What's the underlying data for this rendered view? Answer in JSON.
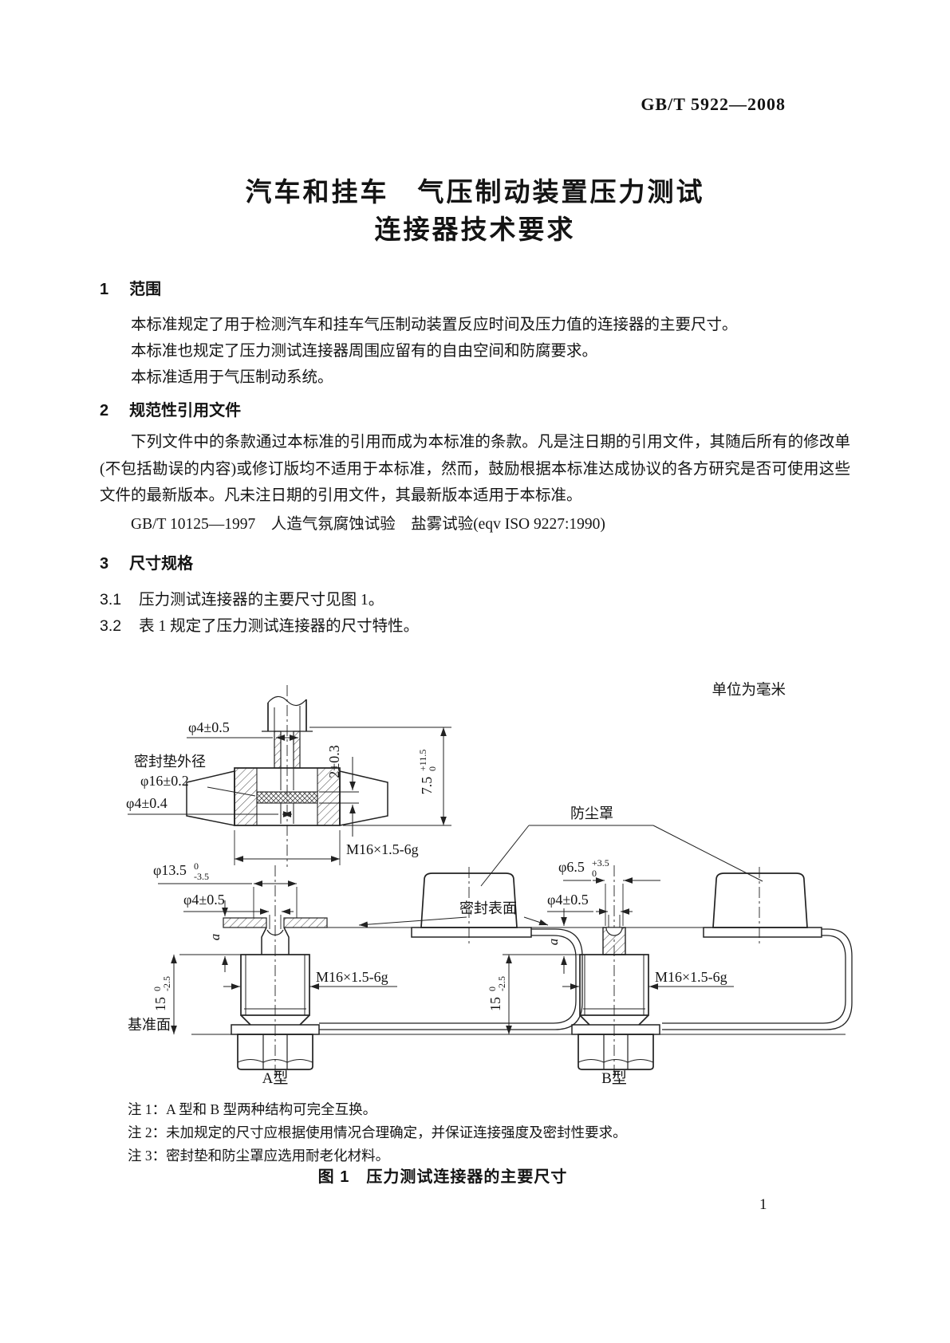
{
  "page": {
    "doc_number": "GB/T 5922—2008",
    "page_number": "1",
    "unit_note": "单位为毫米"
  },
  "title": {
    "line1": "汽车和挂车　气压制动装置压力测试",
    "line2": "连接器技术要求"
  },
  "sections": {
    "s1": {
      "num": "1",
      "heading": "范围",
      "p1": "本标准规定了用于检测汽车和挂车气压制动装置反应时间及压力值的连接器的主要尺寸。",
      "p2": "本标准也规定了压力测试连接器周围应留有的自由空间和防腐要求。",
      "p3": "本标准适用于气压制动系统。"
    },
    "s2": {
      "num": "2",
      "heading": "规范性引用文件",
      "p1": "下列文件中的条款通过本标准的引用而成为本标准的条款。凡是注日期的引用文件，其随后所有的修改单(不包括勘误的内容)或修订版均不适用于本标准，然而，鼓励根据本标准达成协议的各方研究是否可使用这些文件的最新版本。凡未注日期的引用文件，其最新版本适用于本标准。",
      "ref1": "GB/T 10125—1997　人造气氛腐蚀试验　盐雾试验(eqv ISO 9227:1990)"
    },
    "s3": {
      "num": "3",
      "heading": "尺寸规格",
      "c31_num": "3.1",
      "c31": "压力测试连接器的主要尺寸见图 1。",
      "c32_num": "3.2",
      "c32": "表 1 规定了压力测试连接器的尺寸特性。"
    }
  },
  "figure": {
    "labels": {
      "phi4_top": "φ4±0.5",
      "seal_od1": "密封垫外径",
      "seal_od2": "φ16±0.2",
      "phi4_04": "φ4±0.4",
      "thk": "2±0.3",
      "h75": "7.5",
      "h75_sup": "+11.5",
      "h75_sub": "0",
      "m16": "M16×1.5-6g",
      "dust_cap": "防尘罩",
      "phi135": "φ13.5",
      "phi135_sup": "0",
      "phi135_sub": "-3.5",
      "phi4_a": "φ4±0.5",
      "dim_a": "a",
      "h15": "15",
      "h15_sup": "0",
      "h15_sub": "-2.5",
      "m16_a": "M16×1.5-6g",
      "datum": "基准面",
      "type_a": "A型",
      "phi65": "φ6.5",
      "phi65_sup": "+3.5",
      "phi65_sub": "0",
      "seal_surface": "密封表面",
      "phi4_b": "φ4±0.5",
      "dim_b": "a",
      "h15_b": "15",
      "h15_b_sup": "0",
      "h15_b_sub": "-2.5",
      "m16_b": "M16×1.5-6g",
      "type_b": "B型"
    },
    "notes": {
      "n1": "注 1：A 型和 B 型两种结构可完全互换。",
      "n2": "注 2：未加规定的尺寸应根据使用情况合理确定，并保证连接强度及密封性要求。",
      "n3": "注 3：密封垫和防尘罩应选用耐老化材料。"
    },
    "caption": "图 1　压力测试连接器的主要尺寸"
  }
}
